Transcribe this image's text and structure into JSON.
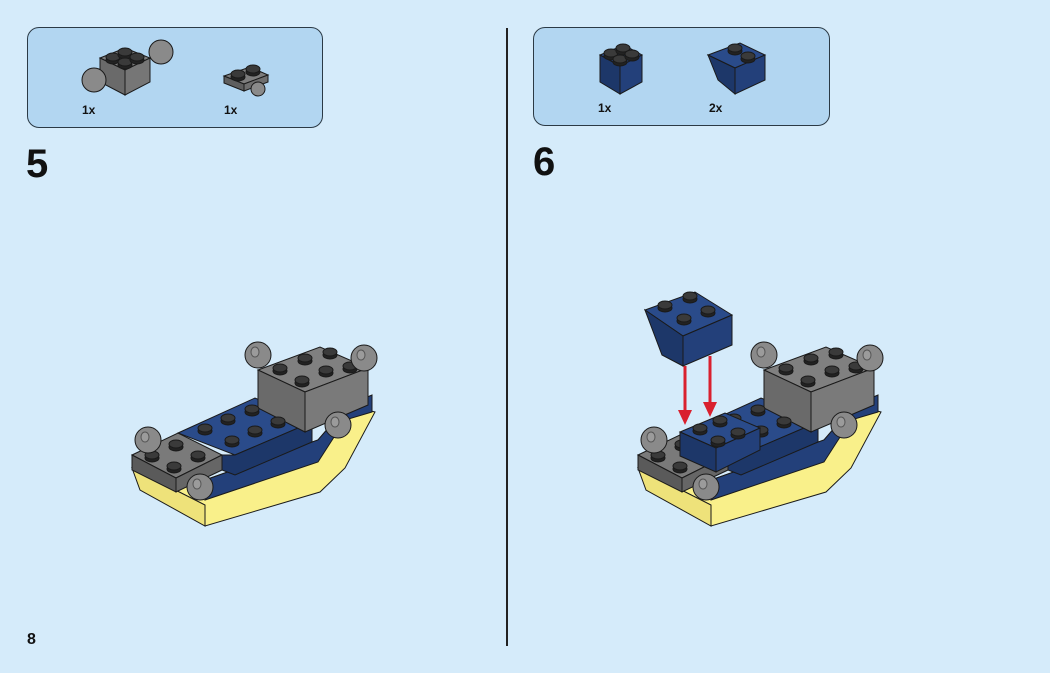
{
  "page_number": "8",
  "steps": [
    {
      "number": "5",
      "parts": [
        {
          "name": "gray-2x2-brick-with-ball-joints",
          "qty": "1x"
        },
        {
          "name": "gray-1x2-plate-with-ball",
          "qty": "1x"
        }
      ]
    },
    {
      "number": "6",
      "parts": [
        {
          "name": "blue-2x2-brick",
          "qty": "1x"
        },
        {
          "name": "blue-2x2-inverted-slope",
          "qty": "2x"
        }
      ]
    }
  ],
  "colors": {
    "background": "#d5ebfa",
    "callout": "#b2d6f1",
    "dark_gray": "#6e6e6e",
    "dark_blue": "#1f3a73",
    "yellow": "#f9f08a",
    "arrow_red": "#d9202e"
  }
}
